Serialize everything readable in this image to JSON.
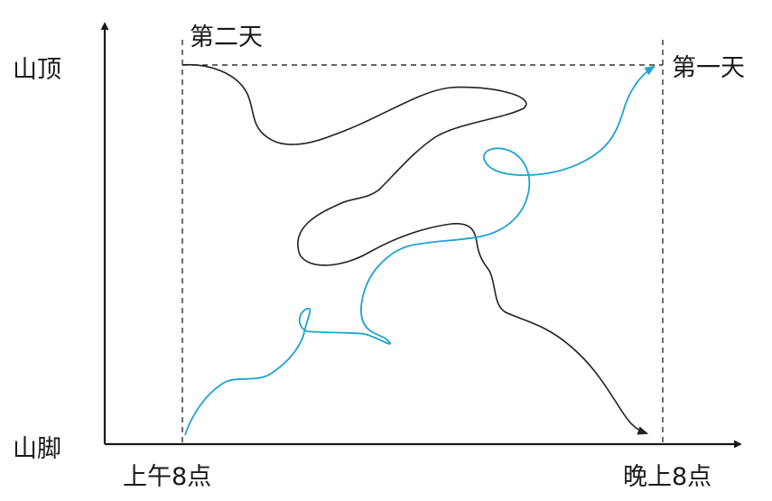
{
  "diagram": {
    "y_axis": {
      "top_label": "山顶",
      "bottom_label": "山脚"
    },
    "x_axis": {
      "start_label": "上午8点",
      "end_label": "晚上8点"
    },
    "paths": {
      "day_one": {
        "label": "第一天",
        "color": "#1fa2d2"
      },
      "day_two": {
        "label": "第二天",
        "color": "#222222"
      }
    },
    "colors": {
      "axis": "#1a1a1a",
      "guide": "#333333"
    }
  }
}
